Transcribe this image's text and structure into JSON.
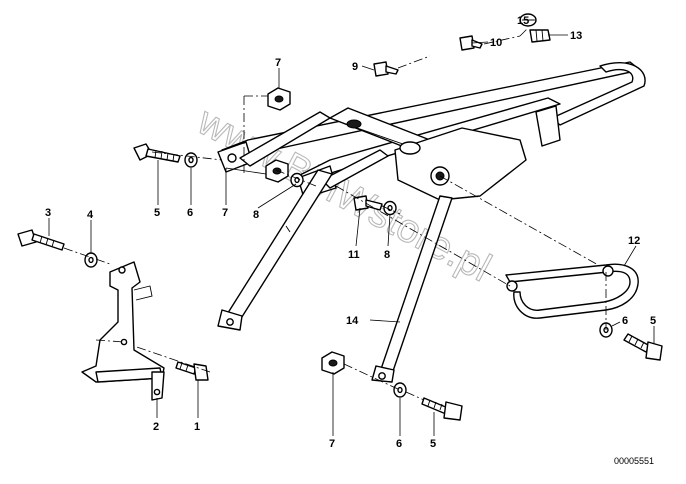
{
  "watermark": "www.BMWstore.pl",
  "diagram_number": "00005551",
  "callouts": [
    "15",
    "13",
    "10",
    "9",
    "7",
    "5",
    "6",
    "7",
    "8",
    "11",
    "8",
    "3",
    "4",
    "12",
    "14",
    "6",
    "5",
    "2",
    "1",
    "7",
    "6",
    "5"
  ]
}
